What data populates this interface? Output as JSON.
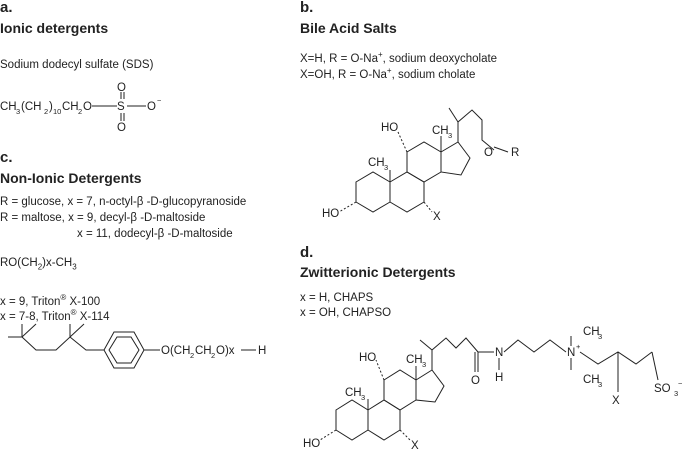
{
  "section_a": {
    "letter": "a.",
    "heading": "Ionic detergents",
    "compound": "Sodium dodecyl sulfate (SDS)",
    "formula": {
      "ch3": "CH",
      "sub3": "3",
      "mid": "(CH",
      "sub2": "2",
      "paren": ")",
      "sub10": "10",
      "ch2": "CH",
      "sub2b": "2",
      "o": "O",
      "s": "S",
      "o_top": "O",
      "o_bottom": "O",
      "o_minus": "O",
      "minus": "−"
    }
  },
  "section_b": {
    "letter": "b.",
    "heading": "Bile Acid Salts",
    "line1_pre": "X=H, R = O-Na",
    "line1_sup": "+",
    "line1_post": ", sodium deoxycholate",
    "line2_pre": "X=OH, R = O-Na",
    "line2_sup": "+",
    "line2_post": ", sodium cholate",
    "labels": {
      "ho_top": "HO",
      "ho_left": "HO",
      "ch3_a": "CH",
      "ch3_a_sub": "3",
      "ch3_b": "CH",
      "ch3_b_sub": "3",
      "o": "O",
      "r": "R",
      "x": "X"
    }
  },
  "section_c": {
    "letter": "c.",
    "heading": "Non-Ionic Detergents",
    "lines": [
      "R = glucose, x = 7, n-octyl-β -D-glucopyranoside",
      "R = maltose, x = 9, decyl-β -D-maltoside",
      "x = 11, dodecyl-β -D-maltoside"
    ],
    "formula_pre": "RO(CH",
    "formula_sub": "2",
    "formula_post": ")x-CH",
    "formula_sub2": "3",
    "triton1_pre": "x = 9, Triton",
    "triton1_sup": "®",
    "triton1_post": " X-100",
    "triton2_pre": "x = 7-8, Triton",
    "triton2_sup": "®",
    "triton2_post": " X-114",
    "triton_chain": {
      "o": "O(CH",
      "s1": "2",
      "mid": "CH",
      "s2": "2",
      "end": "O)x",
      "h": "H"
    }
  },
  "section_d": {
    "letter": "d.",
    "heading": "Zwitterionic Detergents",
    "line1": "x = H, CHAPS",
    "line2": "x = OH, CHAPSO",
    "labels": {
      "ho_top": "HO",
      "ho_left": "HO",
      "ch3_a": "CH",
      "ch3_a_sub": "3",
      "ch3_b": "CH",
      "ch3_b_sub": "3",
      "o": "O",
      "n": "N",
      "h": "H",
      "nplus": "N",
      "plus": "+",
      "ch3_c": "CH",
      "ch3_c_sub": "3",
      "ch3_d": "CH",
      "ch3_d_sub": "3",
      "x_side": "X",
      "x": "X",
      "so3": "SO",
      "so3_sub": "3",
      "so3_sup": "−"
    }
  }
}
